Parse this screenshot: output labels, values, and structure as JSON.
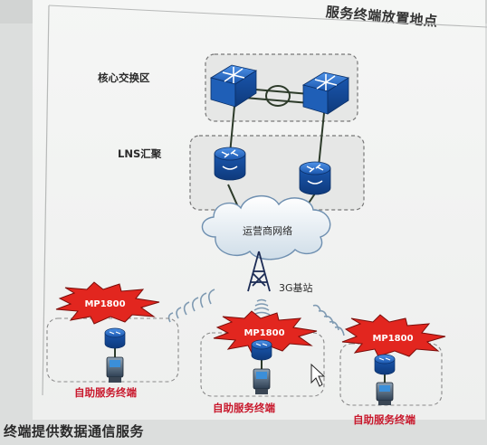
{
  "captions": {
    "top": "服务终端放置地点",
    "bottom": "终端提供数据通信服务"
  },
  "zones": {
    "core": "核心交换区",
    "lns": "LNS汇聚"
  },
  "cloud": "运营商网络",
  "tower": "3G基站",
  "terminals": [
    {
      "badge": "MP1800",
      "label": "自助服务终端"
    },
    {
      "badge": "MP1800",
      "label": "自助服务终端"
    },
    {
      "badge": "MP1800",
      "label": "自助服务终端"
    }
  ],
  "colors": {
    "device_blue": "#1b5fb5",
    "terminal_label": "#c8172b",
    "burst_red": "#e2261f",
    "link": "#2d3b2a"
  }
}
